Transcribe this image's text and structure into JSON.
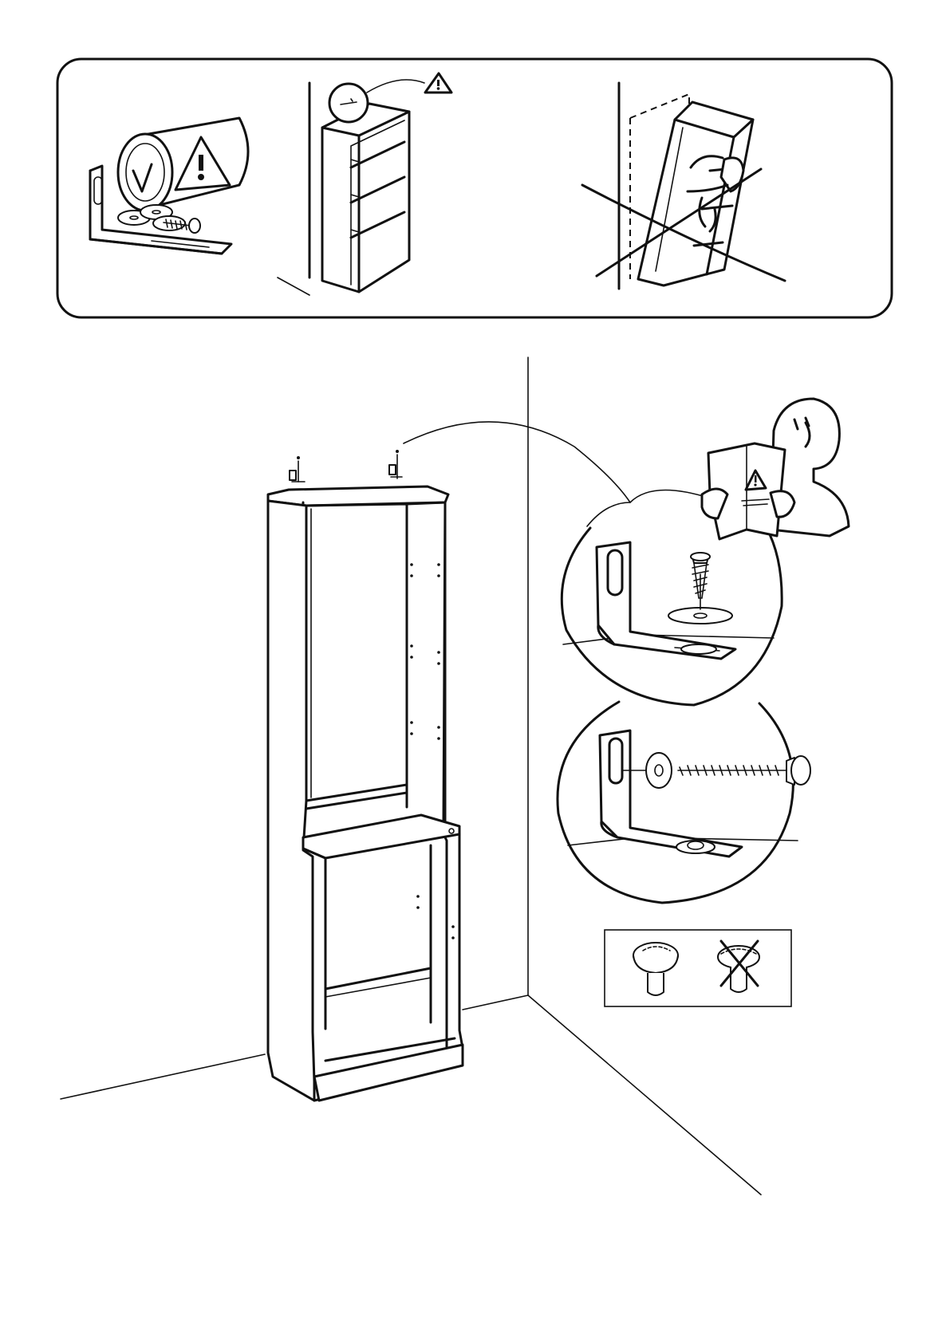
{
  "page": {
    "background": "#ffffff",
    "ink": "#111111"
  },
  "warning_panel": {
    "icons": [
      "warning-triangle-icon",
      "warning-triangle-icon"
    ],
    "panels": [
      "fixing-hardware-warning",
      "bookcase-top-fixing-warning",
      "tipping-bookcase-prohibited"
    ]
  },
  "main_diagram": {
    "icons": [
      "wall-bracket-icon",
      "screw-icon",
      "washer-icon",
      "ikea-man-reading-manual-icon",
      "warning-triangle-icon"
    ],
    "screw_head_options": [
      "correct-screw-head",
      "incorrect-screw-head-crossed"
    ]
  }
}
